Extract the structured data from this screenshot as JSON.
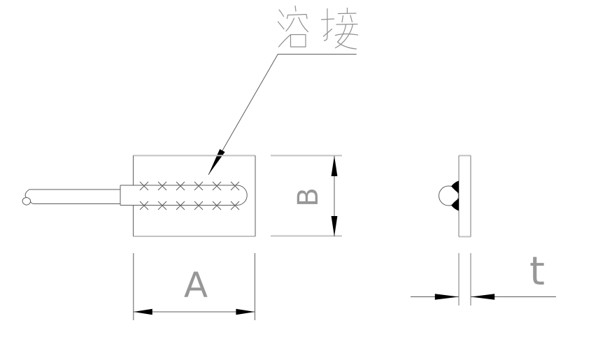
{
  "drawing": {
    "callout": {
      "label": "溶接"
    },
    "dimensions": {
      "width": {
        "label": "A"
      },
      "height": {
        "label": "B"
      },
      "thickness": {
        "label": "t"
      }
    },
    "weld": {
      "symbol": "×",
      "marks_per_row": 6,
      "rows": 2
    },
    "colors": {
      "background": "#ffffff",
      "line": "#5c5c5c",
      "light_line": "#c2c2c2",
      "text": "#979797",
      "arrow_fill": "#000000"
    }
  }
}
